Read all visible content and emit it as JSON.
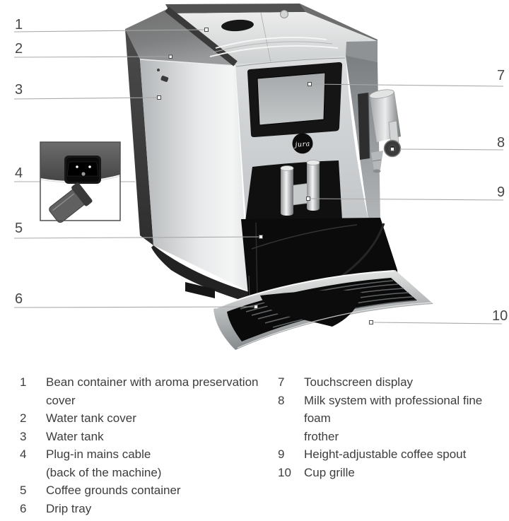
{
  "figure": {
    "brand_logo": "jura",
    "callouts": [
      "1",
      "2",
      "3",
      "4",
      "5",
      "6",
      "7",
      "8",
      "9",
      "10"
    ]
  },
  "legend": {
    "items_left": [
      {
        "num": "1",
        "lines": [
          "Bean container with aroma preservation",
          "cover"
        ]
      },
      {
        "num": "2",
        "lines": [
          "Water tank cover"
        ]
      },
      {
        "num": "3",
        "lines": [
          "Water tank"
        ]
      },
      {
        "num": "4",
        "lines": [
          "Plug-in mains cable",
          "(back of the machine)"
        ]
      },
      {
        "num": "5",
        "lines": [
          "Coffee grounds container"
        ]
      },
      {
        "num": "6",
        "lines": [
          "Drip tray"
        ]
      }
    ],
    "items_right": [
      {
        "num": "7",
        "lines": [
          "Touchscreen display"
        ]
      },
      {
        "num": "8",
        "lines": [
          "Milk system with professional fine foam",
          "frother"
        ]
      },
      {
        "num": "9",
        "lines": [
          "Height-adjustable coffee spout"
        ]
      },
      {
        "num": "10",
        "lines": [
          "Cup grille"
        ]
      }
    ]
  },
  "styles": {
    "text_color": "#3d3d3d",
    "leader_line_color": "#a8a8a8"
  }
}
